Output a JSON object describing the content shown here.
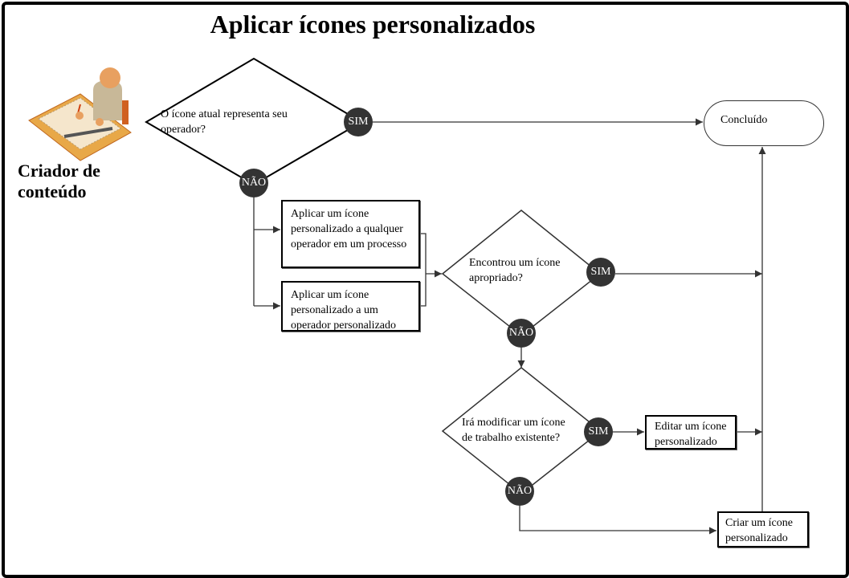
{
  "title": "Aplicar ícones personalizados",
  "role": {
    "line1": "Criador de",
    "line2": "conteúdo",
    "icon": "content-creator-icon"
  },
  "decisions": [
    {
      "text": "O ícone atual representa seu operador?",
      "yes": "SIM",
      "no": "NÃO"
    },
    {
      "text": "Encontrou um ícone apropriado?",
      "yes": "SIM",
      "no": "NÃO"
    },
    {
      "text": "Irá modificar um ícone de trabalho existente?",
      "yes": "SIM",
      "no": "NÃO"
    }
  ],
  "processes": [
    "Aplicar um ícone personalizado a qualquer operador em um processo",
    "Aplicar um ícone personalizado a um operador personalizado",
    "Editar um ícone personalizado",
    "Criar um ícone personalizado"
  ],
  "terminal": "Concluído"
}
